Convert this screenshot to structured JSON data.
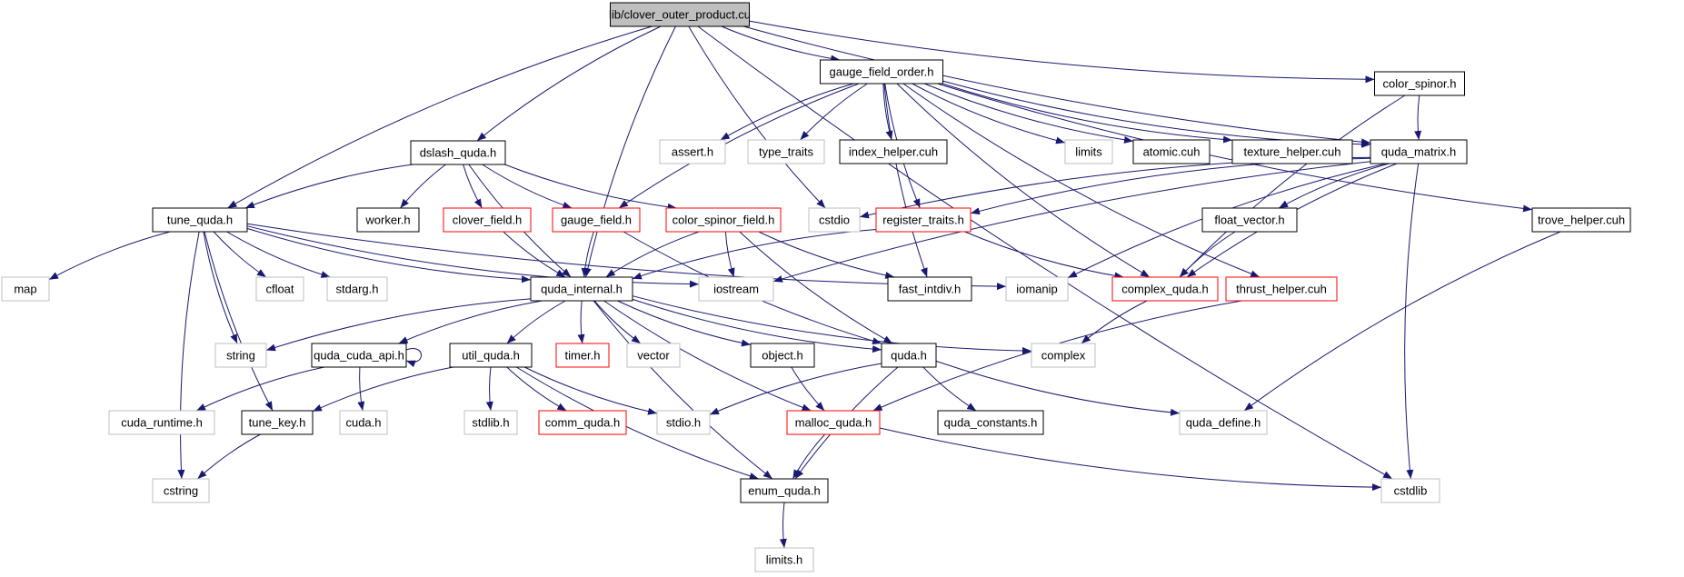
{
  "colors": {
    "edge": "#191970",
    "root_fill": "#bfbfbf",
    "border_documented": "#000000",
    "border_truncated": "#ff0000",
    "border_system": "#bfbfbf",
    "text": "#000000"
  },
  "nodes": [
    {
      "id": "root",
      "label": "lib/clover_outer_product.cu",
      "kind": "root"
    },
    {
      "id": "gfo",
      "label": "gauge_field_order.h",
      "kind": "documented"
    },
    {
      "id": "color_spinor",
      "label": "color_spinor.h",
      "kind": "documented"
    },
    {
      "id": "dslash",
      "label": "dslash_quda.h",
      "kind": "documented"
    },
    {
      "id": "assert",
      "label": "assert.h",
      "kind": "system"
    },
    {
      "id": "type_traits",
      "label": "type_traits",
      "kind": "system"
    },
    {
      "id": "index_helper",
      "label": "index_helper.cuh",
      "kind": "documented"
    },
    {
      "id": "limits",
      "label": "limits",
      "kind": "system"
    },
    {
      "id": "atomic",
      "label": "atomic.cuh",
      "kind": "documented"
    },
    {
      "id": "texture_helper",
      "label": "texture_helper.cuh",
      "kind": "documented"
    },
    {
      "id": "quda_matrix",
      "label": "quda_matrix.h",
      "kind": "documented"
    },
    {
      "id": "tune_quda",
      "label": "tune_quda.h",
      "kind": "documented"
    },
    {
      "id": "worker",
      "label": "worker.h",
      "kind": "documented"
    },
    {
      "id": "clover_field",
      "label": "clover_field.h",
      "kind": "truncated"
    },
    {
      "id": "gauge_field",
      "label": "gauge_field.h",
      "kind": "truncated"
    },
    {
      "id": "color_spinor_field",
      "label": "color_spinor_field.h",
      "kind": "truncated"
    },
    {
      "id": "cstdio",
      "label": "cstdio",
      "kind": "system"
    },
    {
      "id": "register_traits",
      "label": "register_traits.h",
      "kind": "truncated"
    },
    {
      "id": "float_vector",
      "label": "float_vector.h",
      "kind": "documented"
    },
    {
      "id": "trove_helper",
      "label": "trove_helper.cuh",
      "kind": "documented"
    },
    {
      "id": "map",
      "label": "map",
      "kind": "system"
    },
    {
      "id": "cfloat",
      "label": "cfloat",
      "kind": "system"
    },
    {
      "id": "stdarg",
      "label": "stdarg.h",
      "kind": "system"
    },
    {
      "id": "quda_internal",
      "label": "quda_internal.h",
      "kind": "documented"
    },
    {
      "id": "iostream",
      "label": "iostream",
      "kind": "system"
    },
    {
      "id": "fast_intdiv",
      "label": "fast_intdiv.h",
      "kind": "documented"
    },
    {
      "id": "iomanip",
      "label": "iomanip",
      "kind": "system"
    },
    {
      "id": "complex_quda",
      "label": "complex_quda.h",
      "kind": "truncated"
    },
    {
      "id": "thrust_helper",
      "label": "thrust_helper.cuh",
      "kind": "truncated"
    },
    {
      "id": "string",
      "label": "string",
      "kind": "system"
    },
    {
      "id": "quda_cuda_api",
      "label": "quda_cuda_api.h",
      "kind": "documented"
    },
    {
      "id": "util_quda",
      "label": "util_quda.h",
      "kind": "documented"
    },
    {
      "id": "timer",
      "label": "timer.h",
      "kind": "truncated"
    },
    {
      "id": "vector",
      "label": "vector",
      "kind": "system"
    },
    {
      "id": "object",
      "label": "object.h",
      "kind": "documented"
    },
    {
      "id": "quda",
      "label": "quda.h",
      "kind": "documented"
    },
    {
      "id": "complex",
      "label": "complex",
      "kind": "system"
    },
    {
      "id": "cuda_runtime",
      "label": "cuda_runtime.h",
      "kind": "system"
    },
    {
      "id": "tune_key",
      "label": "tune_key.h",
      "kind": "documented"
    },
    {
      "id": "cuda_h",
      "label": "cuda.h",
      "kind": "system"
    },
    {
      "id": "stdlib",
      "label": "stdlib.h",
      "kind": "system"
    },
    {
      "id": "comm_quda",
      "label": "comm_quda.h",
      "kind": "truncated"
    },
    {
      "id": "stdio",
      "label": "stdio.h",
      "kind": "system"
    },
    {
      "id": "malloc_quda",
      "label": "malloc_quda.h",
      "kind": "truncated"
    },
    {
      "id": "quda_constants",
      "label": "quda_constants.h",
      "kind": "documented"
    },
    {
      "id": "quda_define",
      "label": "quda_define.h",
      "kind": "system"
    },
    {
      "id": "cstring",
      "label": "cstring",
      "kind": "system"
    },
    {
      "id": "enum_quda",
      "label": "enum_quda.h",
      "kind": "documented"
    },
    {
      "id": "cstdlib",
      "label": "cstdlib",
      "kind": "system"
    },
    {
      "id": "limits_h",
      "label": "limits.h",
      "kind": "system"
    }
  ],
  "edges": [
    [
      "root",
      "gfo"
    ],
    [
      "root",
      "color_spinor"
    ],
    [
      "root",
      "dslash"
    ],
    [
      "root",
      "tune_quda"
    ],
    [
      "root",
      "quda_internal"
    ],
    [
      "root",
      "quda_matrix"
    ],
    [
      "root",
      "cstdio"
    ],
    [
      "root",
      "cstdlib"
    ],
    [
      "gfo",
      "assert"
    ],
    [
      "gfo",
      "type_traits"
    ],
    [
      "gfo",
      "index_helper"
    ],
    [
      "gfo",
      "limits"
    ],
    [
      "gfo",
      "atomic"
    ],
    [
      "gfo",
      "texture_helper"
    ],
    [
      "gfo",
      "quda_matrix"
    ],
    [
      "gfo",
      "gauge_field"
    ],
    [
      "gfo",
      "register_traits"
    ],
    [
      "gfo",
      "complex_quda"
    ],
    [
      "gfo",
      "fast_intdiv"
    ],
    [
      "gfo",
      "trove_helper"
    ],
    [
      "gfo",
      "thrust_helper"
    ],
    [
      "color_spinor",
      "quda_matrix"
    ],
    [
      "color_spinor",
      "complex_quda"
    ],
    [
      "dslash",
      "tune_quda"
    ],
    [
      "dslash",
      "worker"
    ],
    [
      "dslash",
      "clover_field"
    ],
    [
      "dslash",
      "gauge_field"
    ],
    [
      "dslash",
      "color_spinor_field"
    ],
    [
      "dslash",
      "quda_internal"
    ],
    [
      "quda_matrix",
      "cstdio"
    ],
    [
      "quda_matrix",
      "register_traits"
    ],
    [
      "quda_matrix",
      "float_vector"
    ],
    [
      "quda_matrix",
      "complex_quda"
    ],
    [
      "quda_matrix",
      "iostream"
    ],
    [
      "quda_matrix",
      "iomanip"
    ],
    [
      "quda_matrix",
      "cstdlib"
    ],
    [
      "tune_quda",
      "map"
    ],
    [
      "tune_quda",
      "cfloat"
    ],
    [
      "tune_quda",
      "stdarg"
    ],
    [
      "tune_quda",
      "string"
    ],
    [
      "tune_quda",
      "quda_internal"
    ],
    [
      "tune_quda",
      "iostream"
    ],
    [
      "tune_quda",
      "iomanip"
    ],
    [
      "tune_quda",
      "tune_key"
    ],
    [
      "tune_quda",
      "cstring"
    ],
    [
      "clover_field",
      "quda_internal"
    ],
    [
      "gauge_field",
      "quda_internal"
    ],
    [
      "gauge_field",
      "quda"
    ],
    [
      "color_spinor_field",
      "quda_internal"
    ],
    [
      "color_spinor_field",
      "iostream"
    ],
    [
      "color_spinor_field",
      "fast_intdiv"
    ],
    [
      "color_spinor_field",
      "quda"
    ],
    [
      "register_traits",
      "quda_internal"
    ],
    [
      "register_traits",
      "complex_quda"
    ],
    [
      "float_vector",
      "complex_quda"
    ],
    [
      "trove_helper",
      "quda_define"
    ],
    [
      "thrust_helper",
      "malloc_quda"
    ],
    [
      "complex_quda",
      "complex"
    ],
    [
      "quda_internal",
      "string"
    ],
    [
      "quda_internal",
      "quda_cuda_api"
    ],
    [
      "quda_internal",
      "util_quda"
    ],
    [
      "quda_internal",
      "timer"
    ],
    [
      "quda_internal",
      "vector"
    ],
    [
      "quda_internal",
      "object"
    ],
    [
      "quda_internal",
      "quda"
    ],
    [
      "quda_internal",
      "malloc_quda"
    ],
    [
      "quda_internal",
      "enum_quda"
    ],
    [
      "quda_internal",
      "complex"
    ],
    [
      "quda_cuda_api",
      "cuda_runtime"
    ],
    [
      "quda_cuda_api",
      "cuda_h"
    ],
    [
      "quda_cuda_api",
      "quda_cuda_api"
    ],
    [
      "util_quda",
      "tune_key"
    ],
    [
      "util_quda",
      "stdlib"
    ],
    [
      "util_quda",
      "comm_quda"
    ],
    [
      "util_quda",
      "stdio"
    ],
    [
      "util_quda",
      "enum_quda"
    ],
    [
      "object",
      "malloc_quda"
    ],
    [
      "quda",
      "stdio"
    ],
    [
      "quda",
      "quda_constants"
    ],
    [
      "quda",
      "quda_define"
    ],
    [
      "quda",
      "enum_quda"
    ],
    [
      "tune_key",
      "cstring"
    ],
    [
      "malloc_quda",
      "enum_quda"
    ],
    [
      "malloc_quda",
      "cstdlib"
    ],
    [
      "enum_quda",
      "limits_h"
    ]
  ]
}
